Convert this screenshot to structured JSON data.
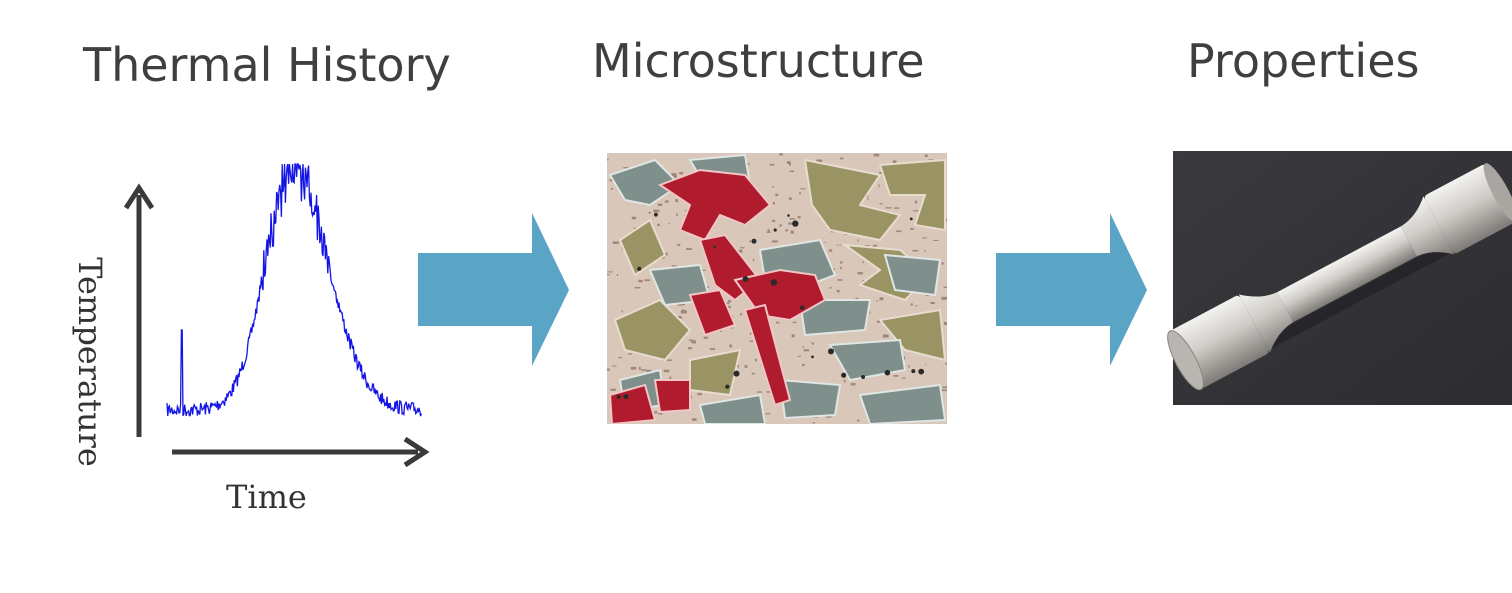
{
  "titles": {
    "thermal_history": "Thermal History",
    "microstructure": "Microstructure",
    "properties": "Properties"
  },
  "thermal_plot": {
    "xlabel": "Time",
    "ylabel": "Temperature",
    "line_color": "#1414e6",
    "axis_color": "#3a3a3a"
  },
  "flow_arrows": {
    "color": "#5aa5c5",
    "count": 2
  },
  "microstructure_image": {
    "colors": {
      "matrix": "#d9c7b9",
      "red_phase": "#b01c2e",
      "gray_phase": "#7f8f8c",
      "olive_phase": "#9a9464"
    }
  },
  "specimen_image": {
    "colors": {
      "background": "#363539",
      "metal_light": "#d8d6d2",
      "metal_dark": "#8f8c88"
    }
  }
}
